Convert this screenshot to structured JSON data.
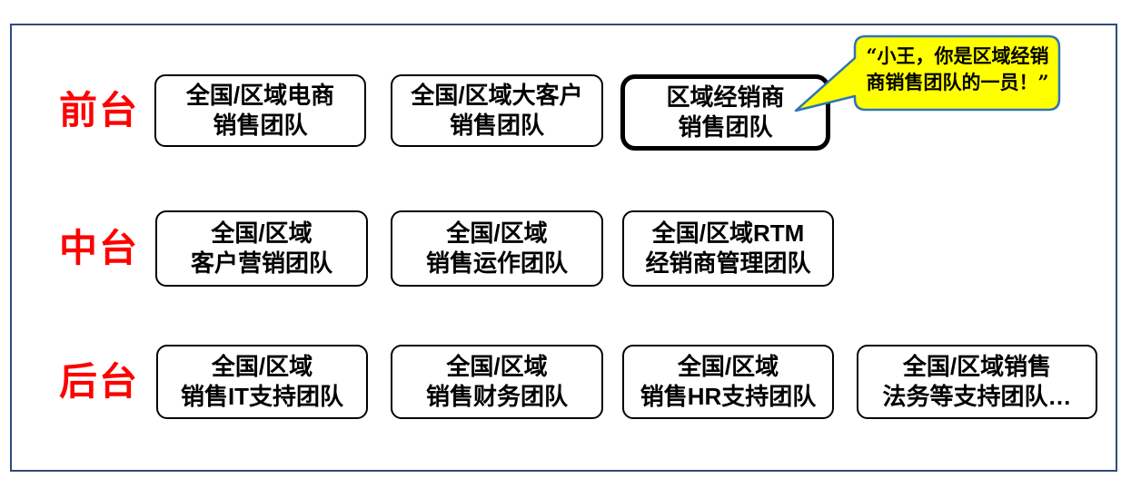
{
  "rows": [
    {
      "label": "前台",
      "boxes": [
        {
          "line1": "全国/区域电商",
          "line2": "销售团队",
          "highlighted": false
        },
        {
          "line1": "全国/区域大客户",
          "line2": "销售团队",
          "highlighted": false
        },
        {
          "line1": "区域经销商",
          "line2": "销售团队",
          "highlighted": true
        }
      ]
    },
    {
      "label": "中台",
      "boxes": [
        {
          "line1": "全国/区域",
          "line2": "客户营销团队",
          "highlighted": false
        },
        {
          "line1": "全国/区域",
          "line2": "销售运作团队",
          "highlighted": false
        },
        {
          "line1": "全国/区域RTM",
          "line2": "经销商管理团队",
          "highlighted": false
        }
      ]
    },
    {
      "label": "后台",
      "boxes": [
        {
          "line1": "全国/区域",
          "line2": "销售IT支持团队",
          "highlighted": false
        },
        {
          "line1": "全国/区域",
          "line2": "销售财务团队",
          "highlighted": false
        },
        {
          "line1": "全国/区域",
          "line2": "销售HR支持团队",
          "highlighted": false
        },
        {
          "line1": "全国/区域销售",
          "line2": "法务等支持团队…",
          "highlighted": false
        }
      ]
    }
  ],
  "callout": {
    "line1": "“小王，你是区域经销",
    "line2": "商销售团队的一员！”",
    "fill_color": "#FFFF00",
    "border_color": "#2E74B5"
  },
  "colors": {
    "row_label": "#FF0000",
    "box_border": "#000000",
    "highlight_box_border": "#000000",
    "frame_border": "#2F4B7C",
    "background": "#FFFFFF"
  }
}
